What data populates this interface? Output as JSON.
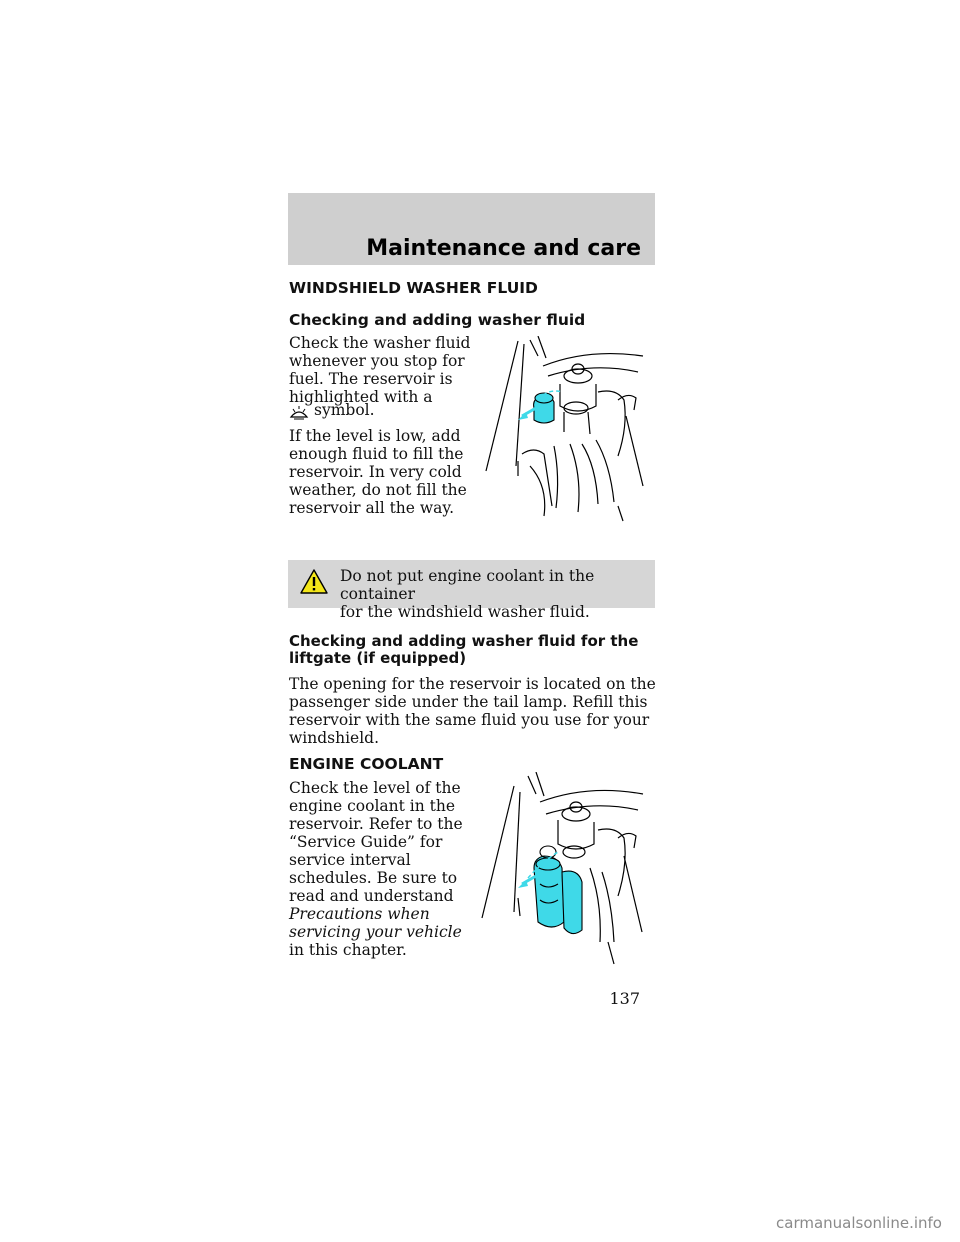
{
  "header": {
    "title": "Maintenance and care"
  },
  "section1": {
    "heading": "WINDSHIELD WASHER FLUID",
    "subheading": "Checking and adding washer fluid",
    "p1_lines": [
      "Check the washer fluid",
      "whenever you stop for",
      "fuel. The reservoir is",
      "highlighted with a"
    ],
    "p1_symbol_text": "symbol.",
    "p2_lines": [
      "If the level is low, add",
      "enough fluid to fill the",
      "reservoir. In very cold",
      "weather, do not fill the",
      "reservoir all the way."
    ]
  },
  "warning": {
    "line1": "Do not put engine coolant in the container",
    "line2": "for the windshield washer fluid."
  },
  "section2": {
    "heading_line1": "Checking and adding washer fluid for the",
    "heading_line2": "liftgate (if equipped)",
    "lines": [
      "The opening for the reservoir is located on the",
      "passenger side under the tail lamp. Refill this",
      "reservoir with the same fluid you use for your",
      "windshield."
    ]
  },
  "section3": {
    "heading": "ENGINE COOLANT",
    "lines": [
      "Check the level of the",
      "engine coolant in the",
      "reservoir. Refer to the",
      "“Service Guide” for",
      "service interval",
      "schedules. Be sure to",
      "read and understand"
    ],
    "italic_lines": [
      "Precautions when",
      "servicing your vehicle"
    ],
    "last_line": "in this chapter."
  },
  "footer": {
    "page_number": "137",
    "watermark": "carmanualsonline.info"
  },
  "colors": {
    "highlight": "#3fd9e8",
    "header_band": "#cfcfcf",
    "warning_band": "#d6d6d6"
  },
  "icons": [
    "washer-fluid-symbol-icon",
    "warning-triangle-icon"
  ]
}
